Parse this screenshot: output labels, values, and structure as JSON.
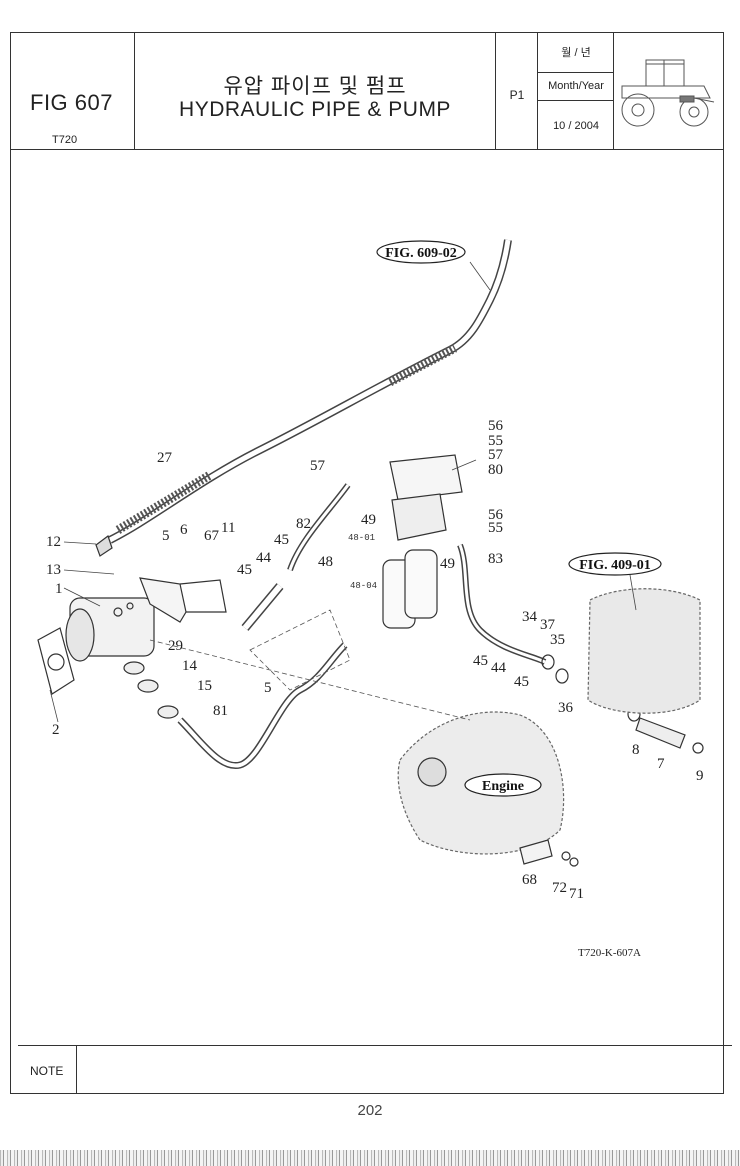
{
  "header": {
    "fig_number": "FIG 607",
    "model": "T720",
    "title_korean": "유압 파이프 및 펌프",
    "title_english": "HYDRAULIC PIPE & PUMP",
    "page_code": "P1",
    "date_label_korean": "월 / 년",
    "date_label_english": "Month/Year",
    "date_value": "10 / 2004"
  },
  "diagram": {
    "reference_labels": [
      "FIG. 609-02",
      "FIG. 409-01",
      "Engine"
    ],
    "part_callouts": [
      "1",
      "2",
      "5",
      "5",
      "6",
      "67",
      "11",
      "7",
      "8",
      "9",
      "12",
      "13",
      "14",
      "15",
      "27",
      "29",
      "34",
      "35",
      "36",
      "37",
      "44",
      "44",
      "45",
      "45",
      "45",
      "45",
      "48",
      "49",
      "49",
      "55",
      "55",
      "56",
      "56",
      "57",
      "57",
      "68",
      "71",
      "72",
      "80",
      "81",
      "82",
      "83"
    ],
    "sub_labels": [
      "48-01",
      "48-04"
    ],
    "drawing_code": "T720-K-607A"
  },
  "footer": {
    "note_label": "NOTE",
    "page_number": "202"
  }
}
